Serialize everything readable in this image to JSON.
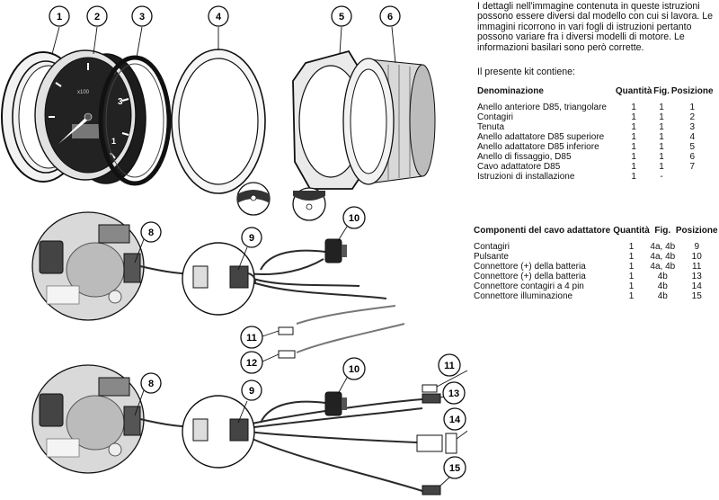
{
  "intro_text": "I dettagli nell'immagine contenuta in queste istruzioni possono essere diversi dal modello con cui si lavora. Le immagini ricorrono in vari fogli di istruzioni pertanto possono variare fra i diversi modelli di motore. Le informazioni basilari sono però corrette.",
  "kit": {
    "title": "Il presente kit contiene:",
    "headers": {
      "name": "Denominazione",
      "qty": "Quantità",
      "fig": "Fig.",
      "pos": "Posizione"
    },
    "rows": [
      {
        "name": "Anello anteriore D85, triangolare",
        "qty": "1",
        "fig": "1",
        "pos": "1"
      },
      {
        "name": "Contagiri",
        "qty": "1",
        "fig": "1",
        "pos": "2"
      },
      {
        "name": "Tenuta",
        "qty": "1",
        "fig": "1",
        "pos": "3"
      },
      {
        "name": "Anello adattatore D85 superiore",
        "qty": "1",
        "fig": "1",
        "pos": "4"
      },
      {
        "name": "Anello adattatore D85 inferiore",
        "qty": "1",
        "fig": "1",
        "pos": "5"
      },
      {
        "name": "Anello di fissaggio, D85",
        "qty": "1",
        "fig": "1",
        "pos": "6"
      },
      {
        "name": "Cavo adattatore D85",
        "qty": "1",
        "fig": "1",
        "pos": "7"
      },
      {
        "name": "Istruzioni di installazione",
        "qty": "1",
        "fig": "-",
        "pos": ""
      }
    ]
  },
  "cable": {
    "headers": {
      "name": "Componenti del cavo adattatore",
      "qty": "Quantità",
      "fig": "Fig.",
      "pos": "Posizione"
    },
    "rows": [
      {
        "name": "Contagiri",
        "qty": "1",
        "fig": "4a, 4b",
        "pos": "9"
      },
      {
        "name": "Pulsante",
        "qty": "1",
        "fig": "4a, 4b",
        "pos": "10"
      },
      {
        "name": "Connettore (+) della batteria",
        "qty": "1",
        "fig": "4a, 4b",
        "pos": "11"
      },
      {
        "name": "Connettore (+) della batteria",
        "qty": "1",
        "fig": "4b",
        "pos": "13"
      },
      {
        "name": "Connettore contagiri a 4 pin",
        "qty": "1",
        "fig": "4b",
        "pos": "14"
      },
      {
        "name": "Connettore illuminazione",
        "qty": "1",
        "fig": "4b",
        "pos": "15"
      }
    ]
  },
  "callouts": {
    "c1": "1",
    "c2": "2",
    "c3": "3",
    "c4": "4",
    "c5": "5",
    "c6": "6",
    "c8a": "8",
    "c9a": "9",
    "c10a": "10",
    "c11a": "11",
    "c12": "12",
    "c8b": "8",
    "c9b": "9",
    "c10b": "10",
    "c11b": "11",
    "c13": "13",
    "c14": "14",
    "c15": "15"
  },
  "gauge_scale": {
    "tick_mid": "3",
    "tick_low": "1",
    "unit": "x100"
  },
  "colors": {
    "ink": "#111111",
    "dial": "#1c1c1c",
    "ring": "#e9e9e9",
    "wire": "#2a2a2a"
  }
}
